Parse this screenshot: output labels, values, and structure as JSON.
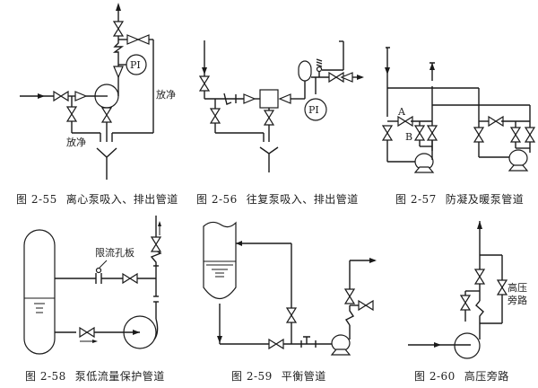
{
  "figures": [
    {
      "id": "2-55",
      "number": "图 2-55",
      "title": "离心泵吸入、排出管道",
      "labels": {
        "instrument": "PI",
        "drain_right": "放净",
        "drain_left": "放净"
      }
    },
    {
      "id": "2-56",
      "number": "图 2-56",
      "title": "往复泵吸入、排出管道",
      "labels": {
        "instrument": "PI"
      }
    },
    {
      "id": "2-57",
      "number": "图 2-57",
      "title": "防凝及暖泵管道",
      "labels": {
        "valve_a": "A",
        "valve_b": "B"
      }
    },
    {
      "id": "2-58",
      "number": "图 2-58",
      "title": "泵低流量保护管道",
      "labels": {
        "orifice": "限流孔板"
      }
    },
    {
      "id": "2-59",
      "number": "图 2-59",
      "title": "平衡管道",
      "labels": {}
    },
    {
      "id": "2-60",
      "number": "图 2-60",
      "title": "高压旁路",
      "labels": {
        "bypass_line1": "高压",
        "bypass_line2": "旁路"
      }
    }
  ]
}
